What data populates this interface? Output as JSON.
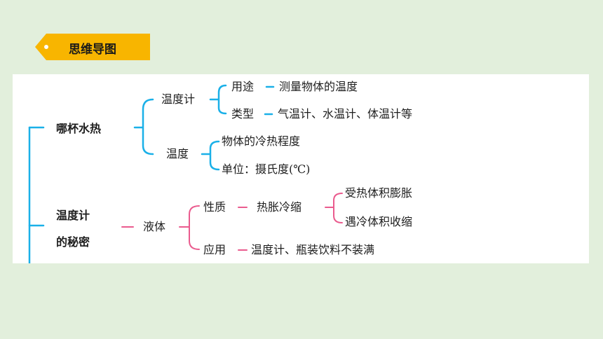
{
  "header": {
    "title": "思维导图",
    "accent": "#f8b500"
  },
  "colors": {
    "blue": "#1ab0e8",
    "pink": "#ea5b8e",
    "panel": "#ffffff",
    "background": "#e2efdc"
  },
  "mindmap": {
    "branch1": {
      "label": "哪杯水热",
      "thermometer": {
        "label": "温度计",
        "use_label": "用途",
        "use_value": "测量物体的温度",
        "type_label": "类型",
        "type_value": "气温计、水温计、体温计等"
      },
      "temperature": {
        "label": "温度",
        "definition": "物体的冷热程度",
        "unit": "单位：摄氏度(℃)"
      }
    },
    "branch2": {
      "label_line1": "温度计",
      "label_line2": "的秘密",
      "liquid": {
        "label": "液体",
        "property_label": "性质",
        "property_value": "热胀冷缩",
        "expand": "受热体积膨胀",
        "contract": "遇冷体积收缩",
        "application_label": "应用",
        "application_value": "温度计、瓶装饮料不装满"
      }
    }
  }
}
